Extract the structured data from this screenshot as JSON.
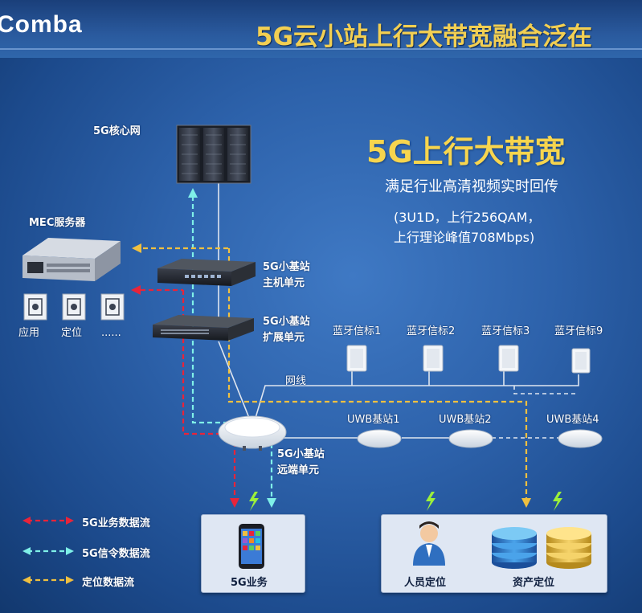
{
  "header": {
    "logo": "Comba",
    "title": "5G云小站上行大带宽融合泛在"
  },
  "hero": {
    "title": "5G上行大带宽",
    "subtitle": "满足行业高清视频实时回传",
    "spec_line1": "(3U1D，上行256QAM，",
    "spec_line2": "上行理论峰值708Mbps)"
  },
  "nodes": {
    "core_network": "5G核心网",
    "mec_server": "MEC服务器",
    "app_1": "应用",
    "app_2": "定位",
    "app_3": "......",
    "host_unit_line1": "5G小基站",
    "host_unit_line2": "主机单元",
    "expansion_unit_line1": "5G小基站",
    "expansion_unit_line2": "扩展单元",
    "remote_unit_line1": "5G小基站",
    "remote_unit_line2": "远端单元",
    "network_cable": "网线"
  },
  "beacons": [
    "蓝牙信标1",
    "蓝牙信标2",
    "蓝牙信标3",
    "蓝牙信标9"
  ],
  "uwb_stations": [
    "UWB基站1",
    "UWB基站2",
    "UWB基站4"
  ],
  "panels": {
    "service": "5G业务",
    "personnel_positioning": "人员定位",
    "asset_positioning": "资产定位"
  },
  "legend": [
    {
      "label": "5G业务数据流",
      "color": "#e8243a"
    },
    {
      "label": "5G信令数据流",
      "color": "#7ff0e8"
    },
    {
      "label": "定位数据流",
      "color": "#f0c040"
    }
  ],
  "icons": [
    "server-rack-icon",
    "mec-server-icon",
    "app-module-icon",
    "bluetooth-beacon-icon",
    "uwb-station-icon",
    "small-cell-ap-icon",
    "smartphone-icon",
    "person-icon",
    "coin-stack-icon",
    "lightning-icon"
  ]
}
